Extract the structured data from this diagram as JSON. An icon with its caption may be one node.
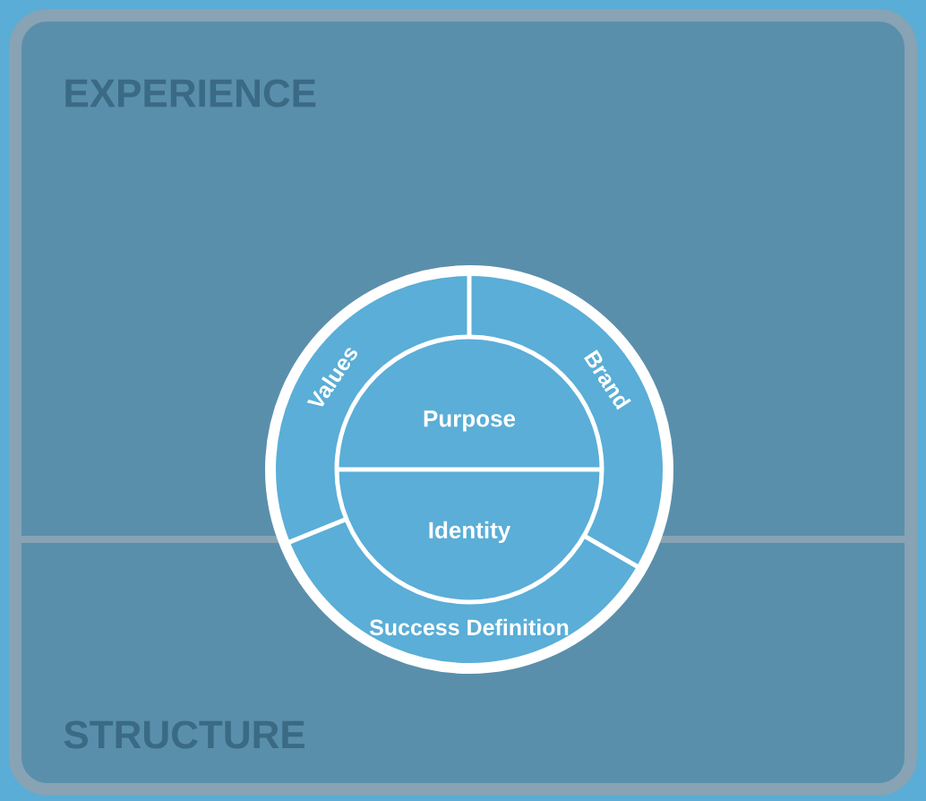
{
  "diagram": {
    "nodes": [
      {
        "text": [
          "EXPERIENCE"
        ]
      },
      {
        "text": [
          "STRUCTURE"
        ]
      },
      {
        "text": [
          "Values"
        ]
      },
      {
        "text": [
          "Brand"
        ]
      },
      {
        "text": [
          "Success Definition"
        ]
      },
      {
        "text": [
          "Purpose"
        ]
      },
      {
        "text": [
          "Identity"
        ]
      }
    ]
  }
}
